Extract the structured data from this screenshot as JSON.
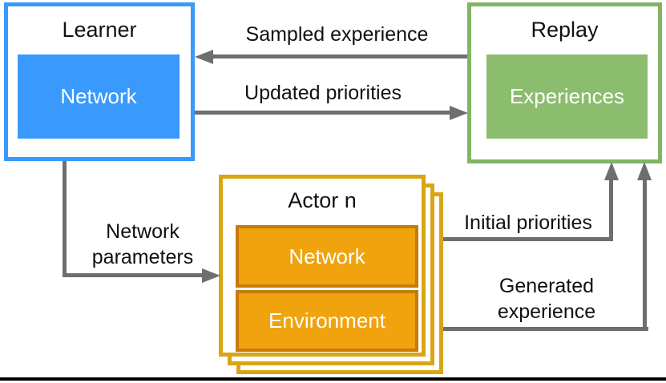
{
  "diagram": {
    "learner": {
      "title": "Learner",
      "inner_label": "Network"
    },
    "replay": {
      "title": "Replay",
      "inner_label": "Experiences"
    },
    "actor": {
      "title": "Actor n",
      "network_label": "Network",
      "environment_label": "Environment"
    },
    "edges": {
      "sampled_experience": {
        "label": "Sampled experience"
      },
      "updated_priorities": {
        "label": "Updated priorities"
      },
      "network_parameters": {
        "label": "Network\nparameters"
      },
      "initial_priorities": {
        "label": "Initial priorities"
      },
      "generated_experience": {
        "label": "Generated\nexperience"
      }
    },
    "colors": {
      "blue": "#3999FC",
      "green-border": "#82B563",
      "green-fill": "#8CBC6E",
      "gold": "#D9A515",
      "orange-fill": "#F0A30C",
      "orange-border": "#C67B0B",
      "arrow-gray": "#6E6E6E",
      "line-black": "#000000"
    }
  }
}
